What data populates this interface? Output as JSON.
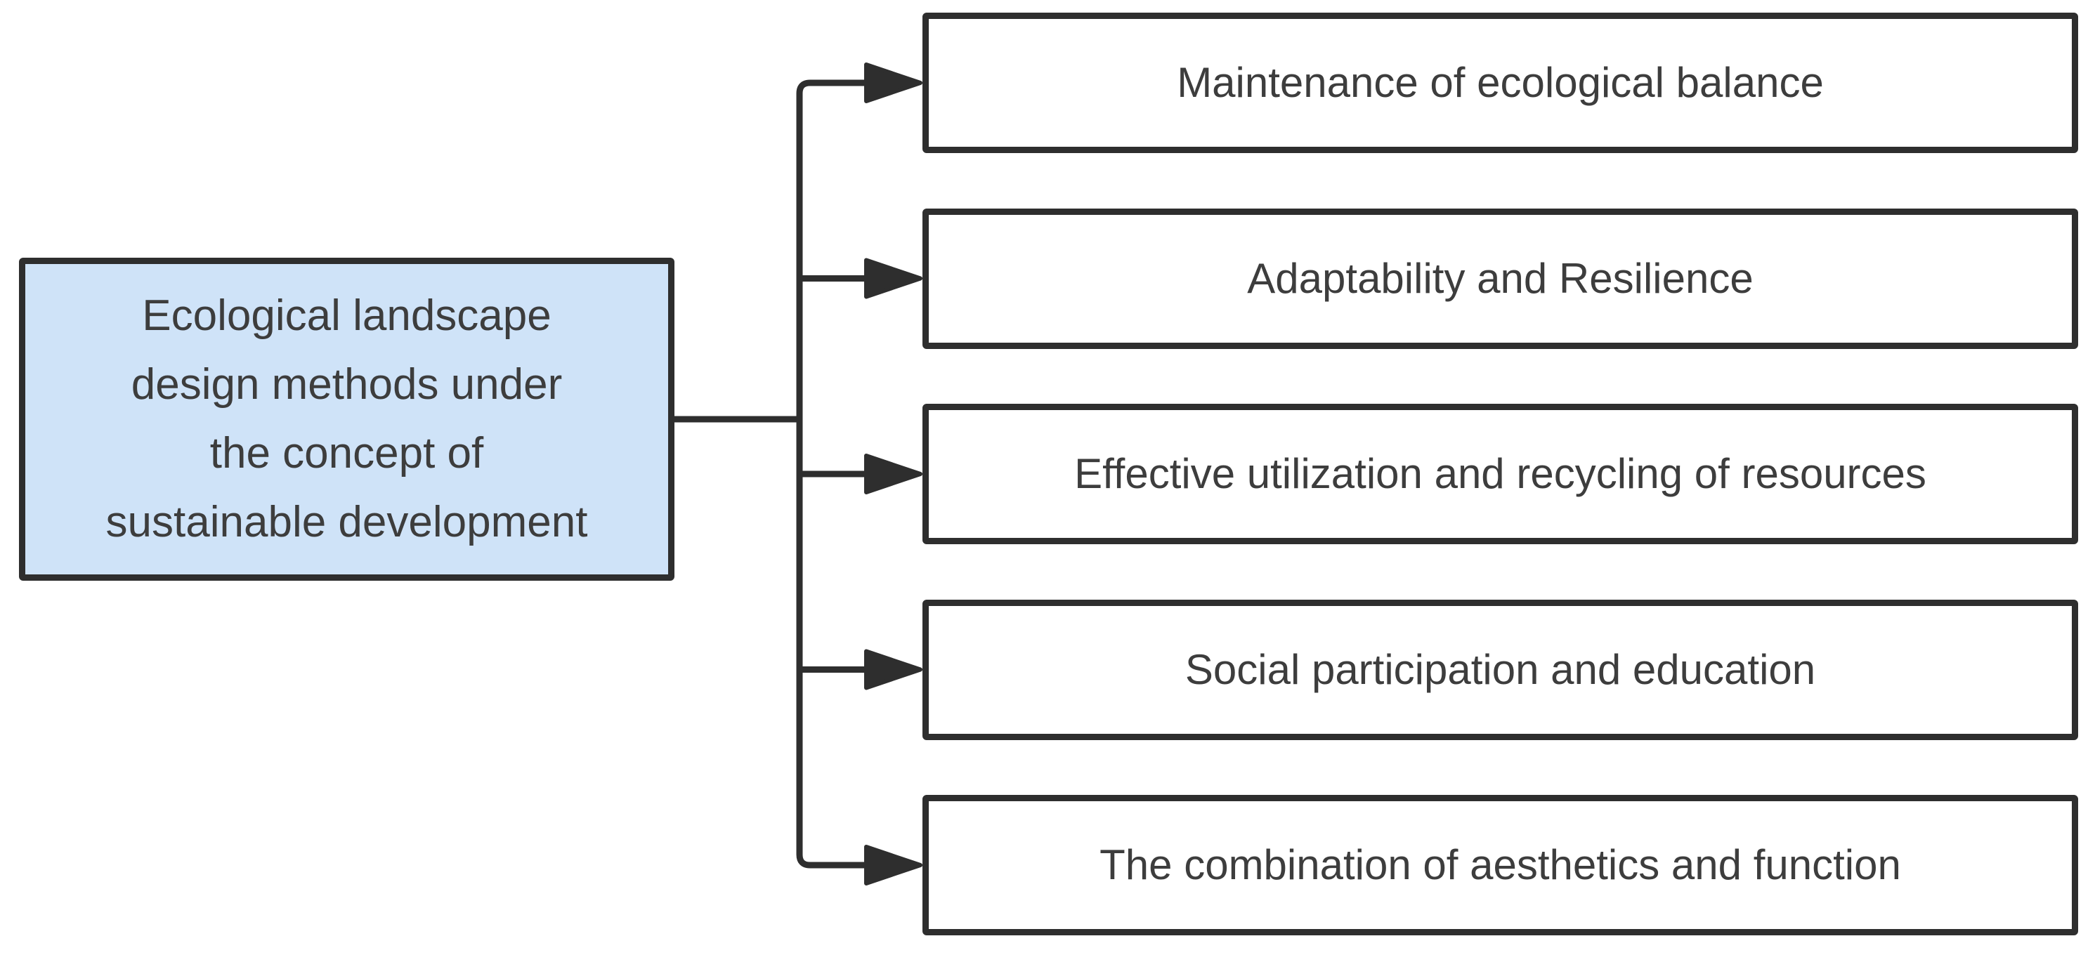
{
  "diagram": {
    "root": {
      "label": "Ecological landscape design methods under the concept of sustainable development"
    },
    "branches": [
      {
        "label": "Maintenance of ecological balance"
      },
      {
        "label": "Adaptability and Resilience"
      },
      {
        "label": "Effective utilization and recycling of resources"
      },
      {
        "label": "Social participation and education"
      },
      {
        "label": "The combination of aesthetics and function"
      }
    ],
    "colors": {
      "root_fill": "#cfe3f8",
      "branch_fill": "#ffffff",
      "stroke": "#2e2e2e",
      "text": "#3d3d3d",
      "background": "#ffffff"
    }
  }
}
